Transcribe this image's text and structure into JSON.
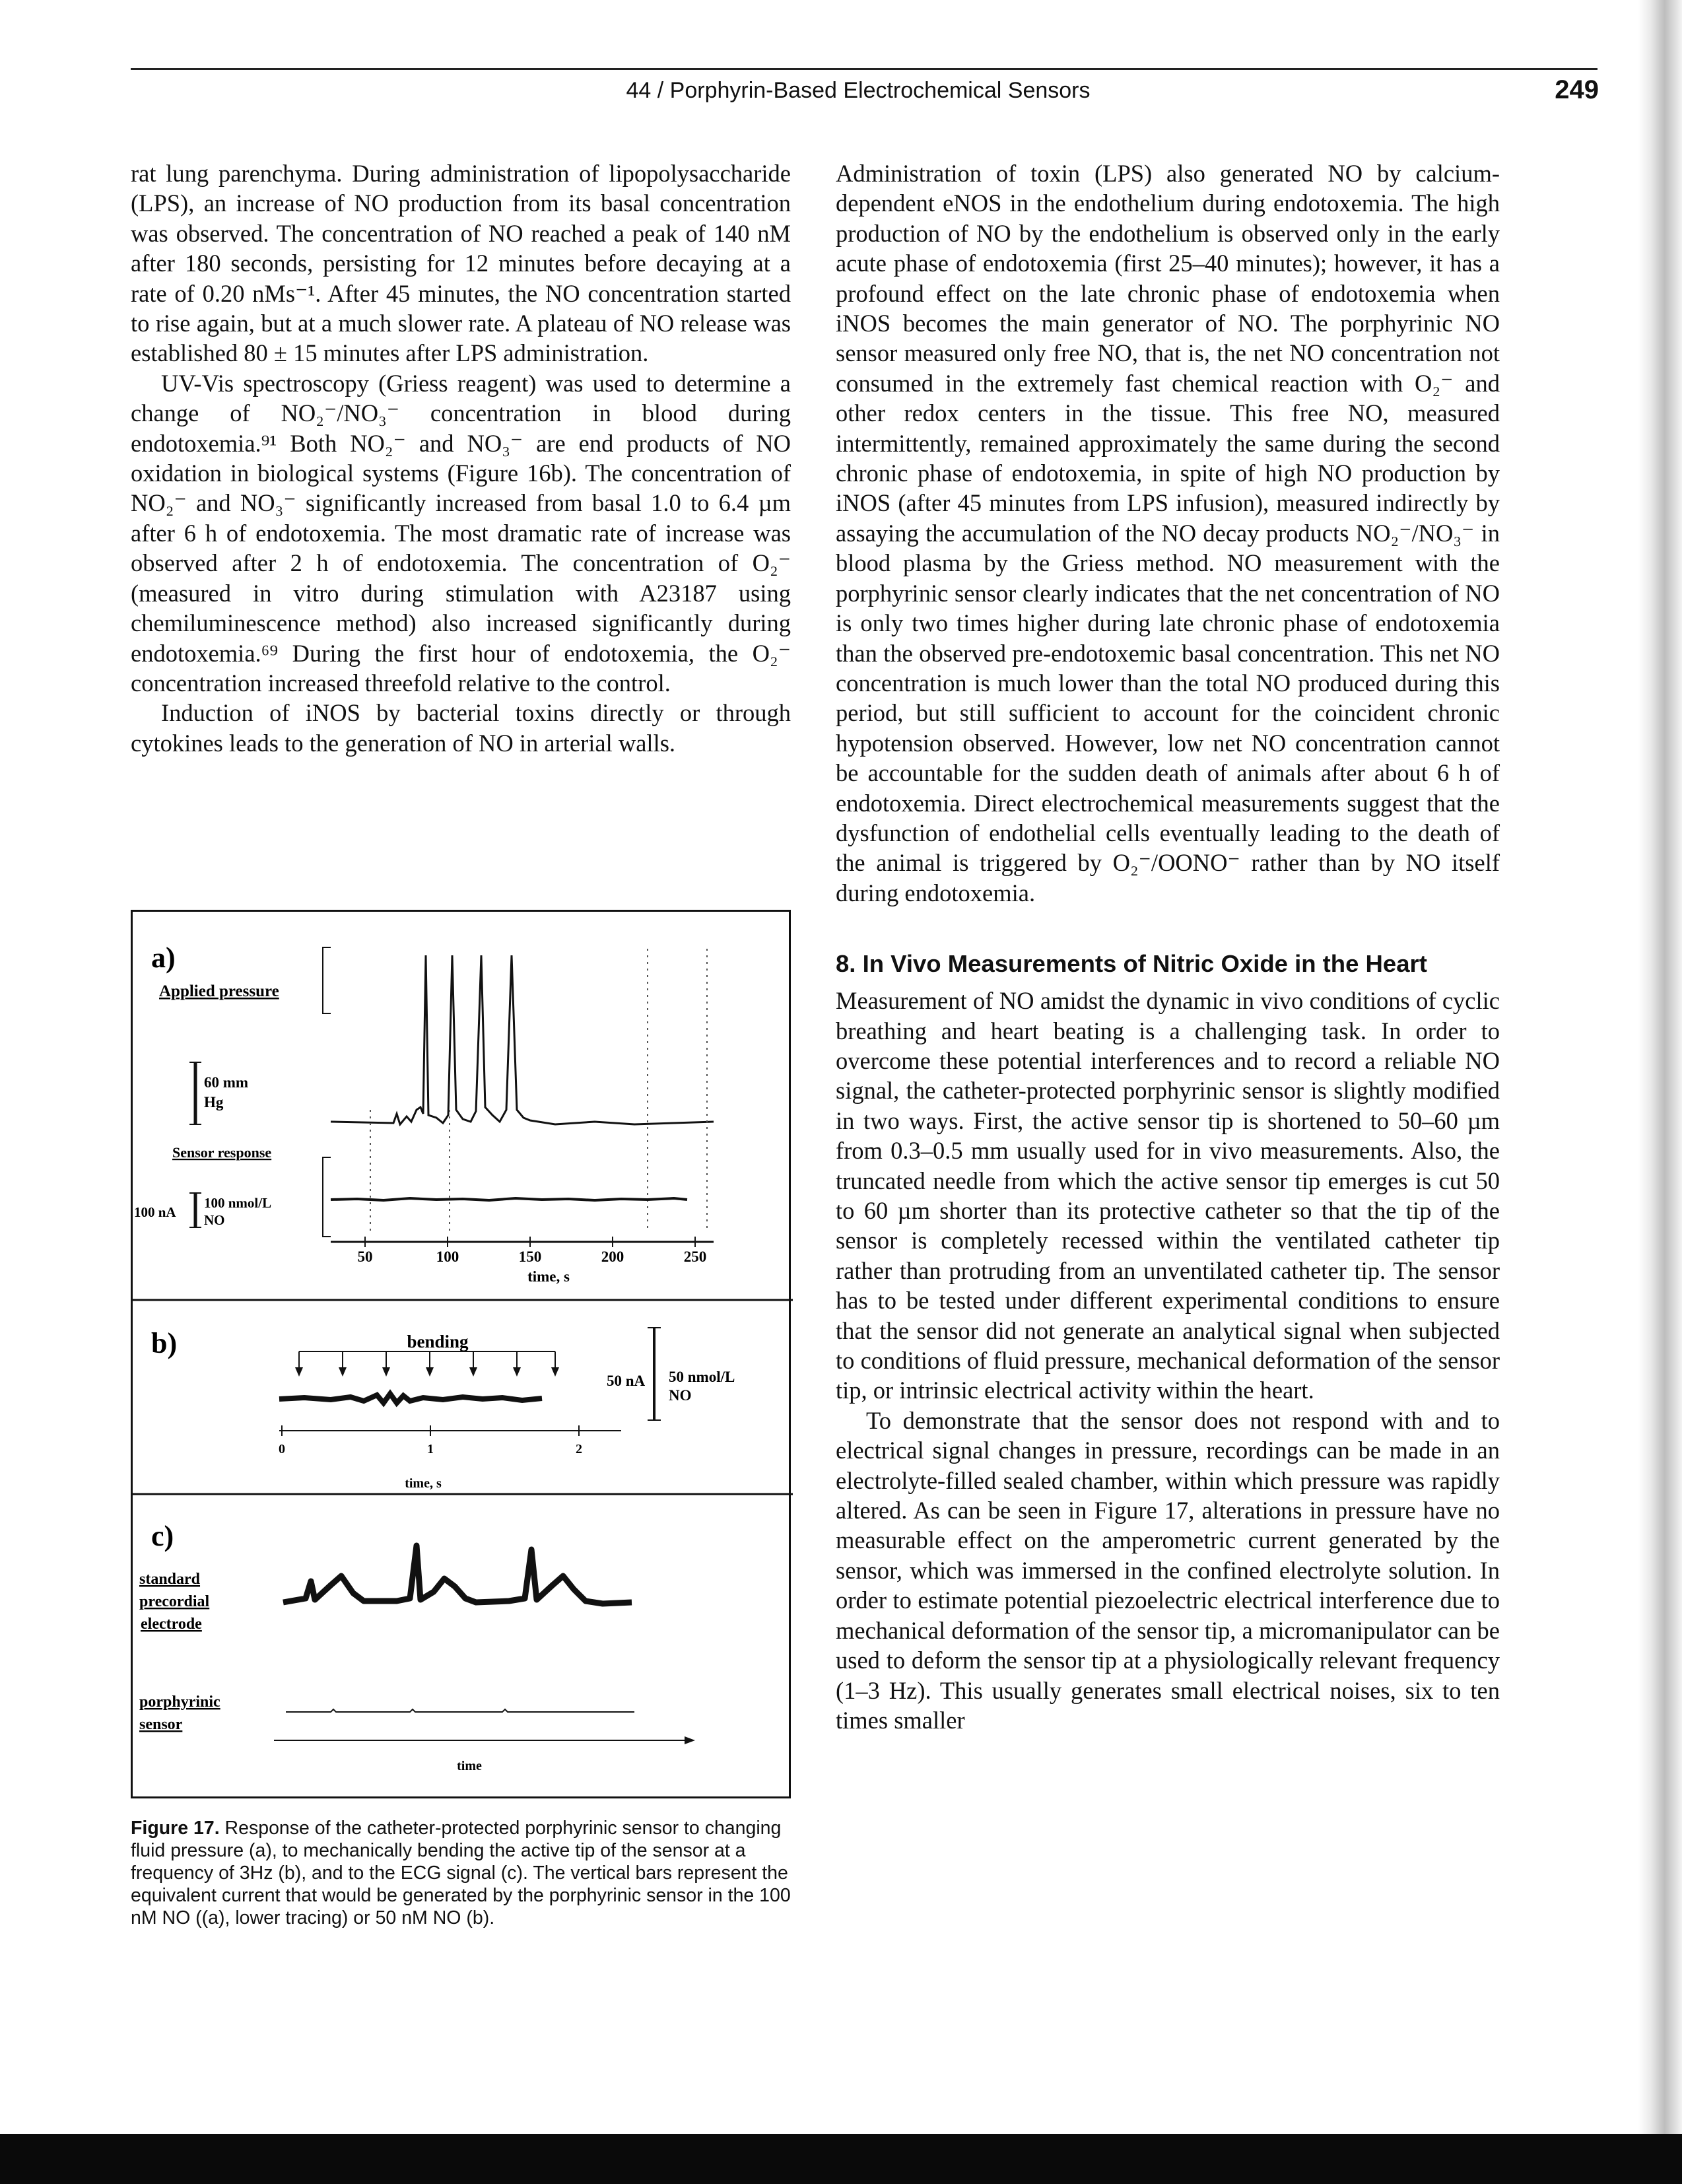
{
  "header": {
    "running_title": "44 / Porphyrin-Based Electrochemical Sensors",
    "page_number": "249"
  },
  "left_column": {
    "p1": "rat lung parenchyma. During administration of lipopolysaccharide (LPS), an increase of NO production from its basal concentration was observed. The concentration of NO reached a peak of 140 nM after 180 seconds, persisting for 12 minutes before decaying at a rate of 0.20 nMs⁻¹. After 45 minutes, the NO concentration started to rise again, but at a much slower rate. A plateau of NO release was established 80 ± 15 minutes after LPS administration.",
    "p2": "UV-Vis spectroscopy (Griess reagent) was used to determine a change of NO₂⁻/NO₃⁻ concentration in blood during endotoxemia.⁹¹ Both NO₂⁻ and NO₃⁻ are end products of NO oxidation in biological systems (Figure 16b). The concentration of NO₂⁻ and NO₃⁻ significantly increased from basal 1.0 to 6.4 µm after 6 h of endotoxemia. The most dramatic rate of increase was observed after 2 h of endotoxemia. The concentration of O₂⁻ (measured in vitro during stimulation with A23187 using chemiluminescence method) also increased significantly during endotoxemia.⁶⁹ During the first hour of endotoxemia, the O₂⁻ concentration increased threefold relative to the control.",
    "p3": "Induction of iNOS by bacterial toxins directly or through cytokines leads to the generation of NO in arterial walls."
  },
  "right_column": {
    "p1": "Administration of toxin (LPS) also generated NO by calcium-dependent eNOS in the endothelium during endotoxemia. The high production of NO by the endothelium is observed only in the early acute phase of endotoxemia (first 25–40 minutes); however, it has a profound effect on the late chronic phase of endotoxemia when iNOS becomes the main generator of NO. The porphyrinic NO sensor measured only free NO, that is, the net NO concentration not consumed in the extremely fast chemical reaction with O₂⁻ and other redox centers in the tissue. This free NO, measured intermittently, remained approximately the same during the second chronic phase of endotoxemia, in spite of high NO production by iNOS (after 45 minutes from LPS infusion), measured indirectly by assaying the accumulation of the NO decay products NO₂⁻/NO₃⁻ in blood plasma by the Griess method. NO measurement with the porphyrinic sensor clearly indicates that the net concentration of NO is only two times higher during late chronic phase of endotoxemia than the observed pre-endotoxemic basal concentration. This net NO concentration is much lower than the total NO produced during this period, but still sufficient to account for the coincident chronic hypotension observed. However, low net NO concentration cannot be accountable for the sudden death of animals after about 6 h of endotoxemia. Direct electrochemical measurements suggest that the dysfunction of endothelial cells eventually leading to the death of the animal is triggered by O₂⁻/OONO⁻ rather than by NO itself during endotoxemia.",
    "section_heading": "8.  In Vivo Measurements of Nitric Oxide in the Heart",
    "p2": "Measurement of NO amidst the dynamic in vivo conditions of cyclic breathing and heart beating is a challenging task. In order to overcome these potential interferences and to record a reliable NO signal, the catheter-protected porphyrinic sensor is slightly modified in two ways. First, the active sensor tip is shortened to 50–60 µm from 0.3–0.5 mm usually used for in vivo measurements. Also, the truncated needle from which the active sensor tip emerges is cut 50 to 60 µm shorter than its protective catheter so that the tip of the sensor is completely recessed within the ventilated catheter tip rather than protruding from an unventilated catheter tip. The sensor has to be tested under different experimental conditions to ensure that the sensor did not generate an analytical signal when subjected to conditions of fluid pressure, mechanical deformation of the sensor tip, or intrinsic electrical activity within the heart.",
    "p3": "To demonstrate that the sensor does not respond with and to electrical signal changes in pressure, recordings can be made in an electrolyte-filled sealed chamber, within which pressure was rapidly altered. As can be seen in Figure 17, alterations in pressure have no measurable effect on the amperometric current generated by the sensor, which was immersed in the confined electrolyte solution. In order to estimate potential piezoelectric electrical interference due to mechanical deformation of the sensor tip, a micromanipulator can be used to deform the sensor tip at a physiologically relevant frequency (1–3 Hz). This usually generates small electrical noises, six to ten times smaller"
  },
  "figure": {
    "panel_a": {
      "letter": "a)",
      "applied_pressure": "Applied pressure",
      "scale_60mm": "60 mm",
      "scale_hg": "Hg",
      "sensor_response": "Sensor response",
      "scale_100na": "100 nA",
      "scale_100nmol": "100 nmol/L",
      "scale_no": "NO",
      "ticks": [
        "50",
        "100",
        "150",
        "200",
        "250"
      ],
      "xlabel": "time, s"
    },
    "panel_b": {
      "letter": "b)",
      "bending": "bending",
      "scale_50na": "50 nA",
      "scale_50nmol": "50 nmol/L",
      "scale_no": "NO",
      "ticks": [
        "0",
        "1",
        "2"
      ],
      "xlabel": "time, s"
    },
    "panel_c": {
      "letter": "c)",
      "label_standard": "standard",
      "label_precordial": "precordial",
      "label_electrode": "electrode",
      "label_porphyrinic": "porphyrinic",
      "label_sensor": "sensor",
      "xlabel": "time"
    },
    "caption_lead": "Figure 17.",
    "caption_text": "Response of the catheter-protected porphyrinic sensor to changing fluid pressure (a), to mechanically bending the active tip of the sensor at a frequency of 3Hz (b), and to the ECG signal (c). The vertical bars represent the equivalent current that would be generated by the porphyrinic sensor in the 100 nM NO ((a), lower tracing) or 50 nM NO (b)."
  }
}
